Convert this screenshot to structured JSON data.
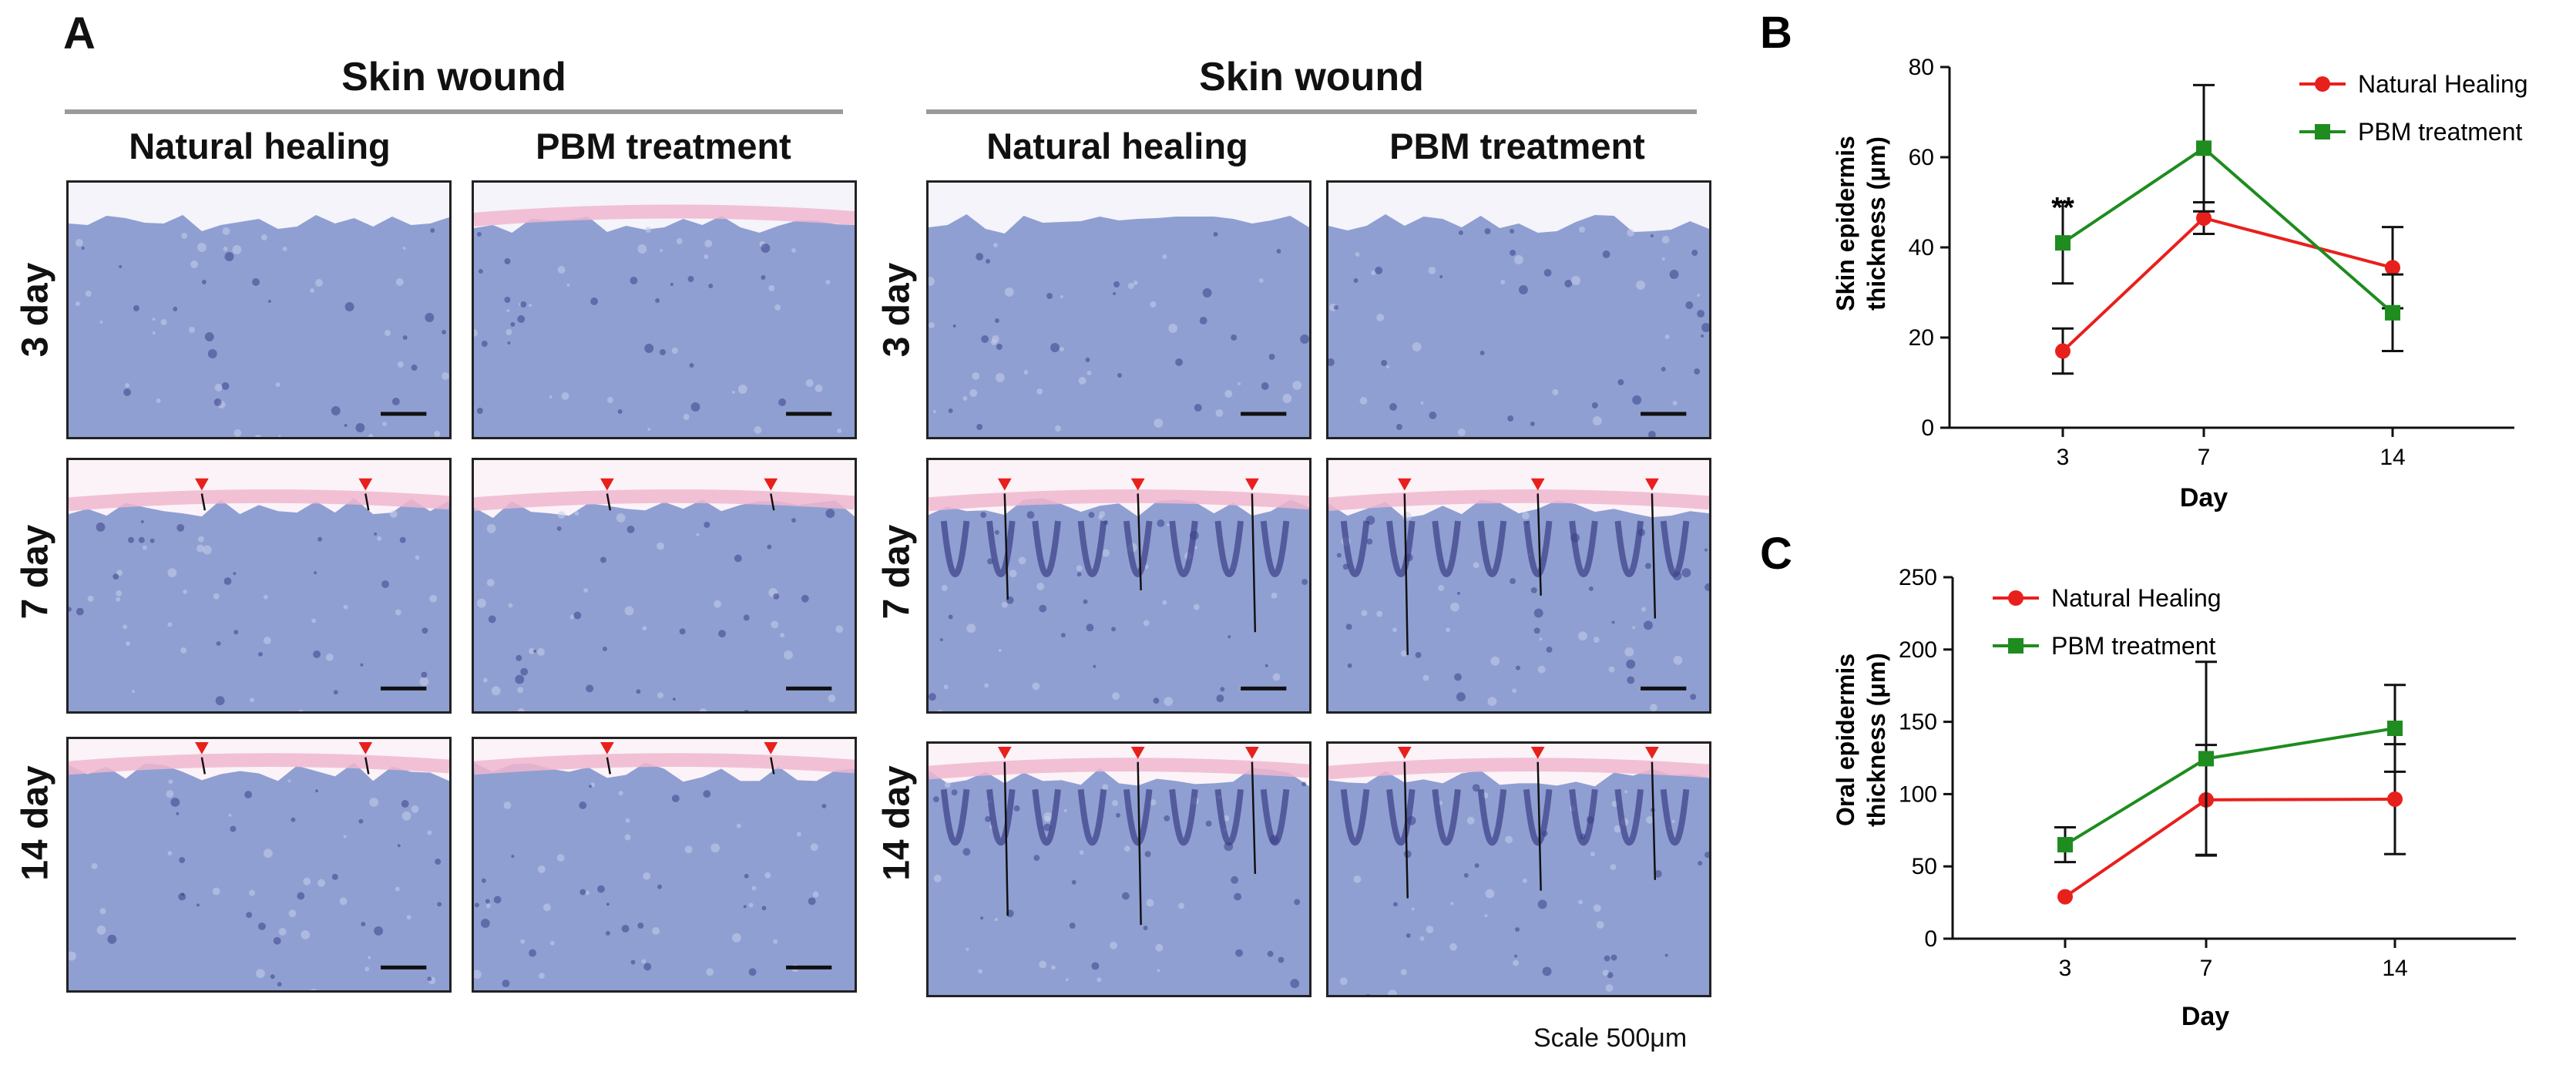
{
  "panel_a": {
    "letter": "A",
    "groups": [
      {
        "title": "Skin wound",
        "columns": [
          "Natural healing",
          "PBM treatment"
        ]
      },
      {
        "title": "Skin wound",
        "columns": [
          "Natural healing",
          "PBM treatment"
        ]
      }
    ],
    "rows": [
      "3 day",
      "7 day",
      "14 day"
    ],
    "scale_note": "Scale 500μm",
    "colors": {
      "tissue": "#8f9fd2",
      "pink": "#f0b6cf",
      "stain_dark": "#3a3f86",
      "arrow": "#e8201c"
    }
  },
  "chart_data": [
    {
      "letter": "B",
      "type": "line",
      "xlabel": "Day",
      "ylabel_lines": [
        "Skin epidermis",
        "thickness (μm)"
      ],
      "x": [
        3,
        7,
        14
      ],
      "xticks": [
        "3",
        "7",
        "14"
      ],
      "ylim": [
        0,
        80
      ],
      "yticks": [
        0,
        20,
        40,
        60,
        80
      ],
      "legend_position": "top-right",
      "series": [
        {
          "name": "Natural Healing",
          "color": "#e8201c",
          "marker": "circle",
          "values": [
            17,
            46.5,
            35.5
          ],
          "error": [
            5,
            3.5,
            9
          ]
        },
        {
          "name": "PBM treatment",
          "color": "#1e8c1e",
          "marker": "square",
          "values": [
            41,
            62,
            25.5
          ],
          "error": [
            9,
            14,
            8.5
          ]
        }
      ],
      "annotations": [
        {
          "text": "**",
          "x": 3
        }
      ]
    },
    {
      "letter": "C",
      "type": "line",
      "xlabel": "Day",
      "ylabel_lines": [
        "Oral epidermis",
        "thickness (μm)"
      ],
      "x": [
        3,
        7,
        14
      ],
      "xticks": [
        "3",
        "7",
        "14"
      ],
      "ylim": [
        0,
        250
      ],
      "yticks": [
        0,
        50,
        100,
        150,
        200,
        250
      ],
      "legend_position": "top-left",
      "series": [
        {
          "name": "Natural Healing",
          "color": "#e8201c",
          "marker": "circle",
          "values": [
            29,
            96,
            96.5
          ],
          "error": [
            0,
            38,
            38
          ]
        },
        {
          "name": "PBM treatment",
          "color": "#1e8c1e",
          "marker": "square",
          "values": [
            65,
            124.5,
            145.5
          ],
          "error": [
            12,
            67,
            30
          ]
        }
      ],
      "annotations": []
    }
  ]
}
